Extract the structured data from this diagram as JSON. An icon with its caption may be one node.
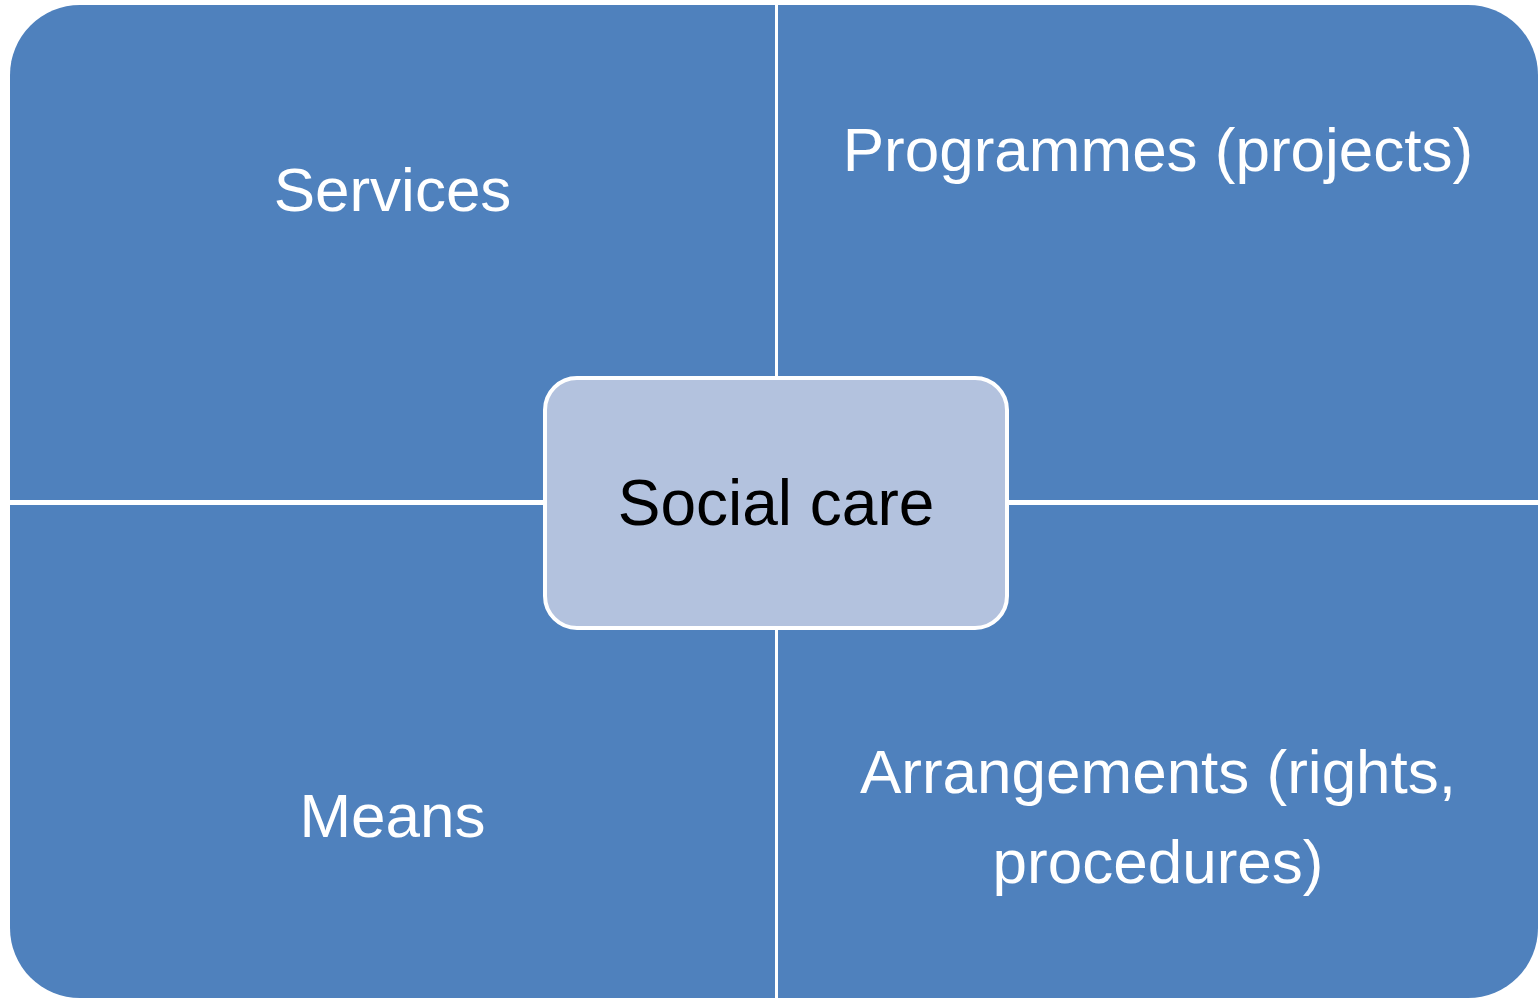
{
  "diagram": {
    "nodes": [
      {
        "text": [
          "Services"
        ]
      },
      {
        "text": [
          "Programmes (projects)"
        ]
      },
      {
        "text": [
          "Means"
        ]
      },
      {
        "text": [
          "Arrangements (rights, procedures)"
        ]
      },
      {
        "text": [
          "Social care"
        ]
      }
    ]
  }
}
